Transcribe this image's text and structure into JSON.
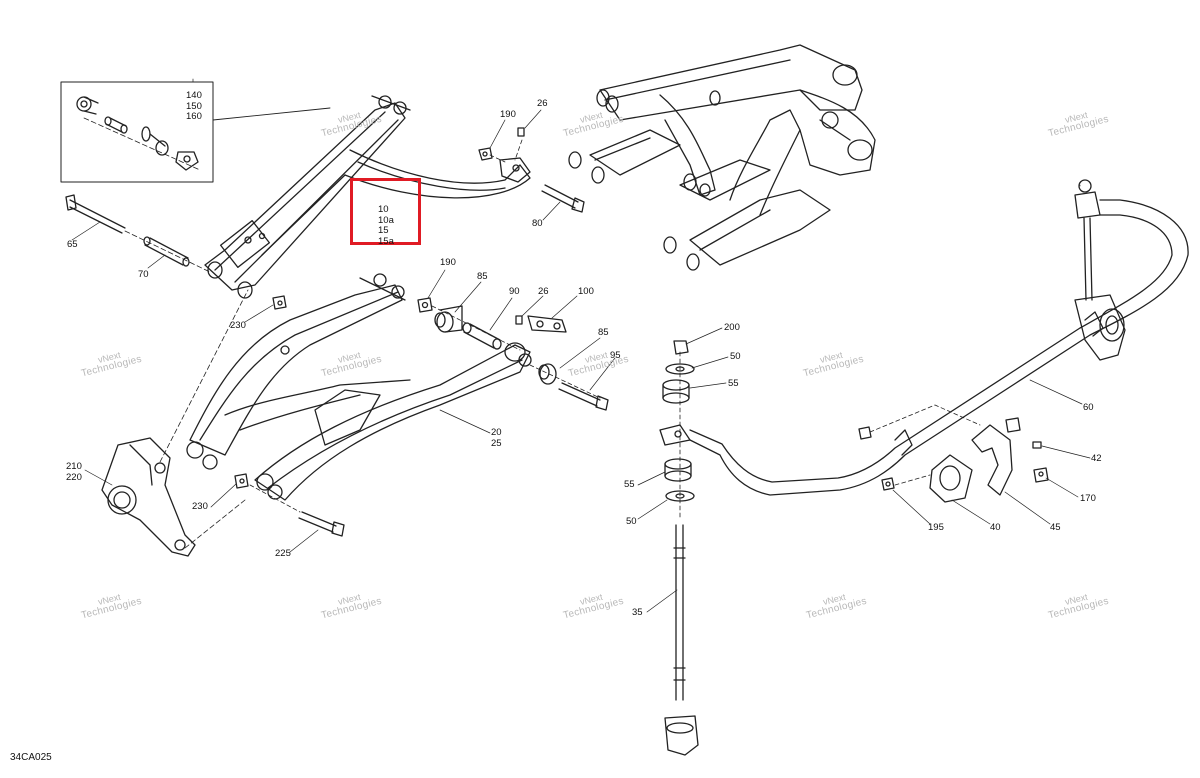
{
  "diagram_code": "34CA025",
  "highlight_color": "#e01b24",
  "watermark": {
    "line1": "vNext",
    "line2": "Technologies",
    "combined": "vNext Technologies"
  },
  "callouts": {
    "hw_box": [
      "140",
      "150",
      "160"
    ],
    "upper_arm": [
      "10",
      "10a",
      "15",
      "15a"
    ],
    "p65": "65",
    "p70": "70",
    "p190a": "190",
    "p26a": "26",
    "p80": "80",
    "p230a": "230",
    "p190b": "190",
    "p85a": "85",
    "p90": "90",
    "p26b": "26",
    "p100": "100",
    "p85b": "85",
    "p95": "95",
    "lower_arm": [
      "20",
      "25"
    ],
    "knuckle": [
      "210",
      "220"
    ],
    "p230b": "230",
    "p225": "225",
    "p200": "200",
    "p50a": "50",
    "p55a": "55",
    "p55b": "55",
    "p50b": "50",
    "p35": "35",
    "p60": "60",
    "p42": "42",
    "p170": "170",
    "p195": "195",
    "p40": "40",
    "p45": "45"
  }
}
